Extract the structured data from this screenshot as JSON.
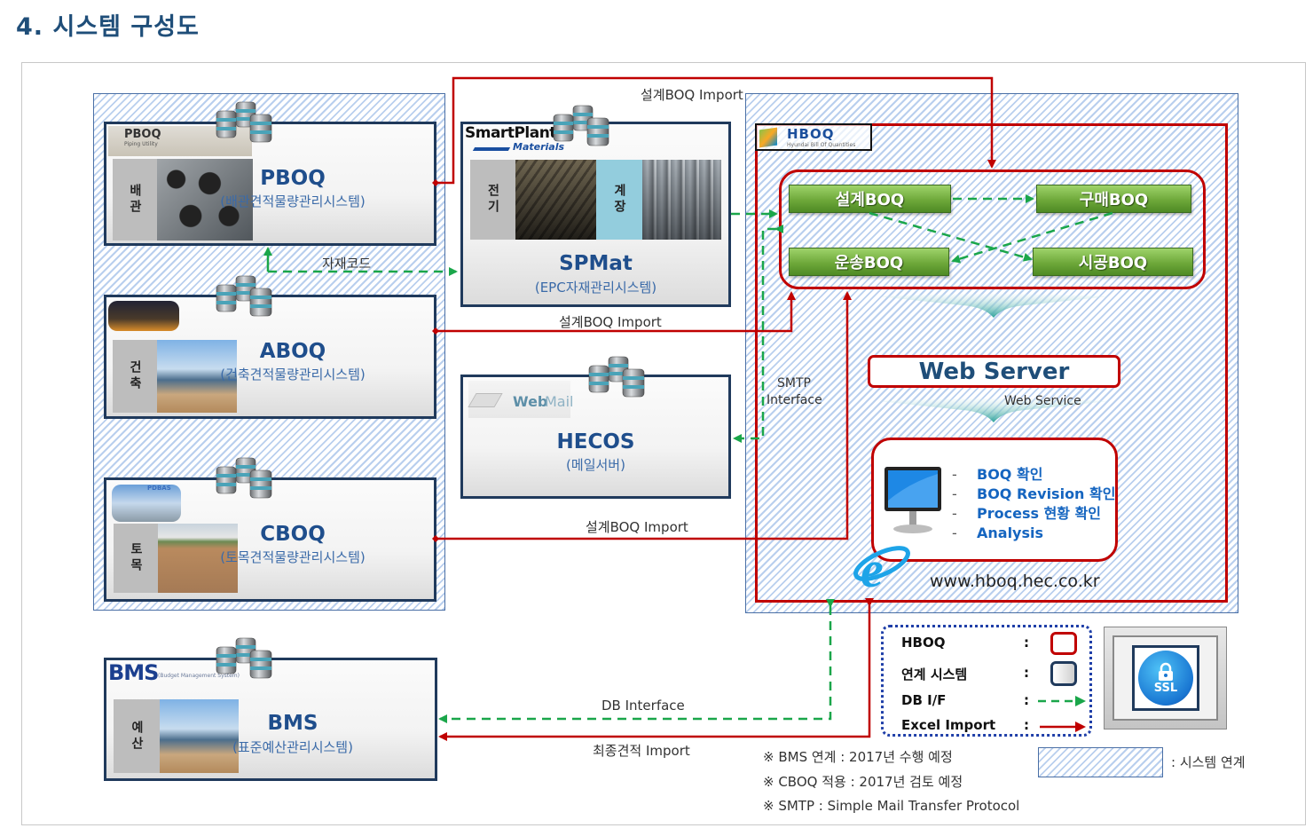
{
  "page": {
    "title": "4. 시스템 구성도"
  },
  "colors": {
    "hboq_red": "#c00000",
    "db_if_green": "#1aa64a",
    "system_navy": "#203a5c",
    "title_blue": "#1f4e79",
    "boq_green": "#6ea83a",
    "hatch_blue": "#b9cfee"
  },
  "systems": {
    "pboq": {
      "logo": "PBOQ",
      "logo_sub": "Piping Utility",
      "category": "배관",
      "name": "PBOQ",
      "desc": "(배관견적물량관리시스템)"
    },
    "aboq": {
      "category": "건축",
      "name": "ABOQ",
      "desc": "(건축견적물량관리시스템)"
    },
    "cboq": {
      "logo": "PDBAS",
      "category": "토목",
      "name": "CBOQ",
      "desc": "(토목견적물량관리시스템)"
    },
    "spmat": {
      "logo": "SmartPlant",
      "logo_sub": "Materials",
      "category_1": "전기",
      "category_2": "계장",
      "name": "SPMat",
      "desc": "(EPC자재관리시스템)"
    },
    "hecos": {
      "logo": "Web",
      "logo_sub": "Mail",
      "name": "HECOS",
      "desc": "(메일서버)"
    },
    "bms": {
      "logo": "BMS",
      "logo_sub": "(Budget Management System)",
      "category": "예산",
      "name": "BMS",
      "desc": "(표준예산관리시스템)"
    }
  },
  "hboq": {
    "logo": "HBOQ",
    "logo_sub": "Hyundai Bill Of Quantities",
    "modules": [
      "설계BOQ",
      "구매BOQ",
      "운송BOQ",
      "시공BOQ"
    ],
    "web_server": "Web Server",
    "web_service": "Web Service",
    "client_features": [
      "BOQ 확인",
      "BOQ Revision 확인",
      "Process 현황 확인",
      "Analysis"
    ],
    "client_dash": "-",
    "url": "www.hboq.hec.co.kr"
  },
  "connections": {
    "design_import_top": "설계BOQ Import",
    "design_import_mid": "설계BOQ Import",
    "design_import_low": "설계BOQ Import",
    "material_code": "자재코드",
    "smtp_1": "SMTP",
    "smtp_2": "Interface",
    "db_interface": "DB  Interface",
    "final_import": "최종견적 Import"
  },
  "legend": {
    "items": [
      {
        "label": "HBOQ",
        "symbol": "red-rounded-box"
      },
      {
        "label": "연계 시스템",
        "symbol": "navy-rounded-box"
      },
      {
        "label": "DB I/F",
        "symbol": "green-dashed-arrow"
      },
      {
        "label": "Excel Import",
        "symbol": "red-solid-arrow"
      }
    ],
    "colon": ":",
    "hatch_label": ": 시스템 연계"
  },
  "ssl": {
    "label": "SSL"
  },
  "notes": [
    "※ BMS 연계 : 2017년 수행 예정",
    "※ CBOQ 적용 : 2017년 검토 예정",
    "※ SMTP : Simple Mail Transfer Protocol"
  ]
}
